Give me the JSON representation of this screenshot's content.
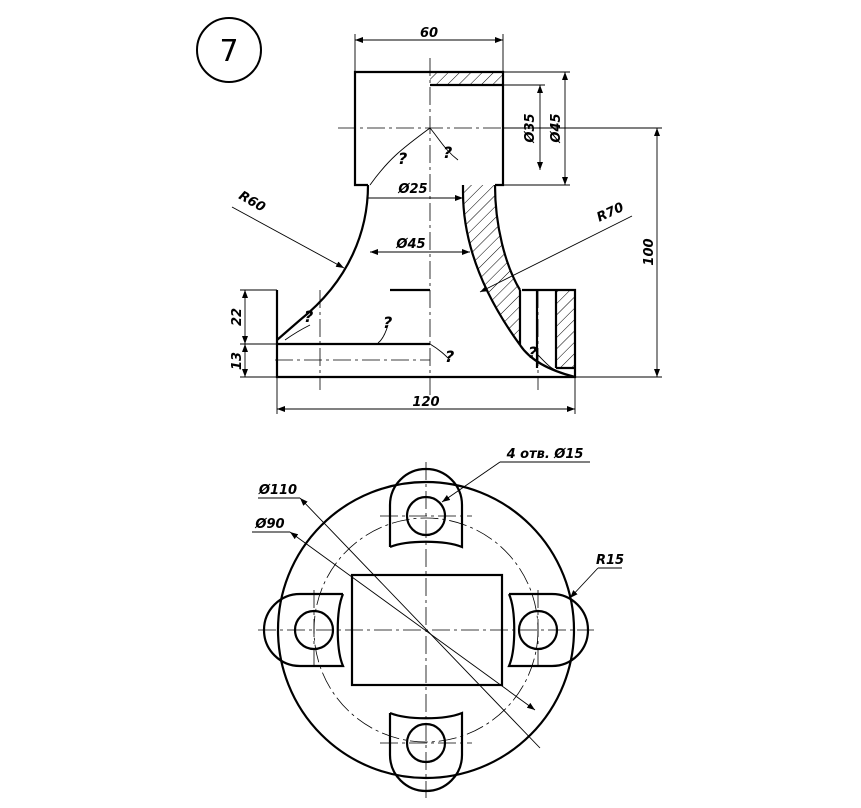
{
  "badge": {
    "number": "7"
  },
  "front_view": {
    "dims": {
      "top_width": "60",
      "bore": "Ø35",
      "outer": "Ø45",
      "neck": "Ø25",
      "mid": "Ø45",
      "r_left": "R60",
      "r_right": "R70",
      "height": "100",
      "base_h": "22",
      "flange_h": "13",
      "width": "120"
    },
    "question_mark": "?"
  },
  "top_view": {
    "dims": {
      "holes": "4 отв. Ø15",
      "d110": "Ø110",
      "d90": "Ø90",
      "r15": "R15"
    }
  }
}
